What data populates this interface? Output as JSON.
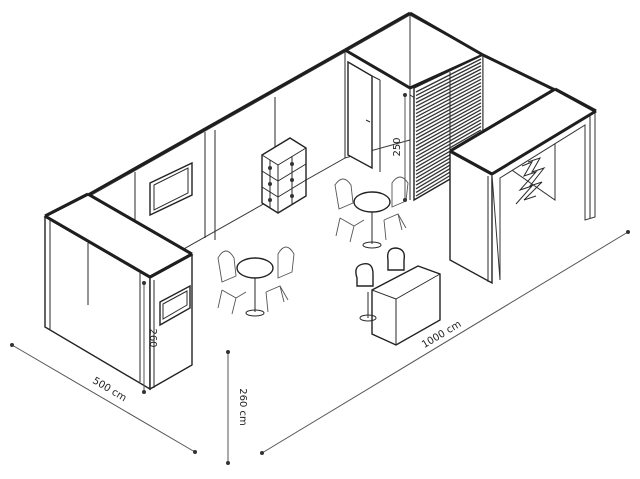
{
  "dimensions": {
    "depth": "500 cm",
    "width": "1000 cm",
    "height": "260 cm",
    "column_height": "260",
    "back_wall_height": "250"
  },
  "colors": {
    "line": "#222222",
    "background": "#ffffff"
  }
}
